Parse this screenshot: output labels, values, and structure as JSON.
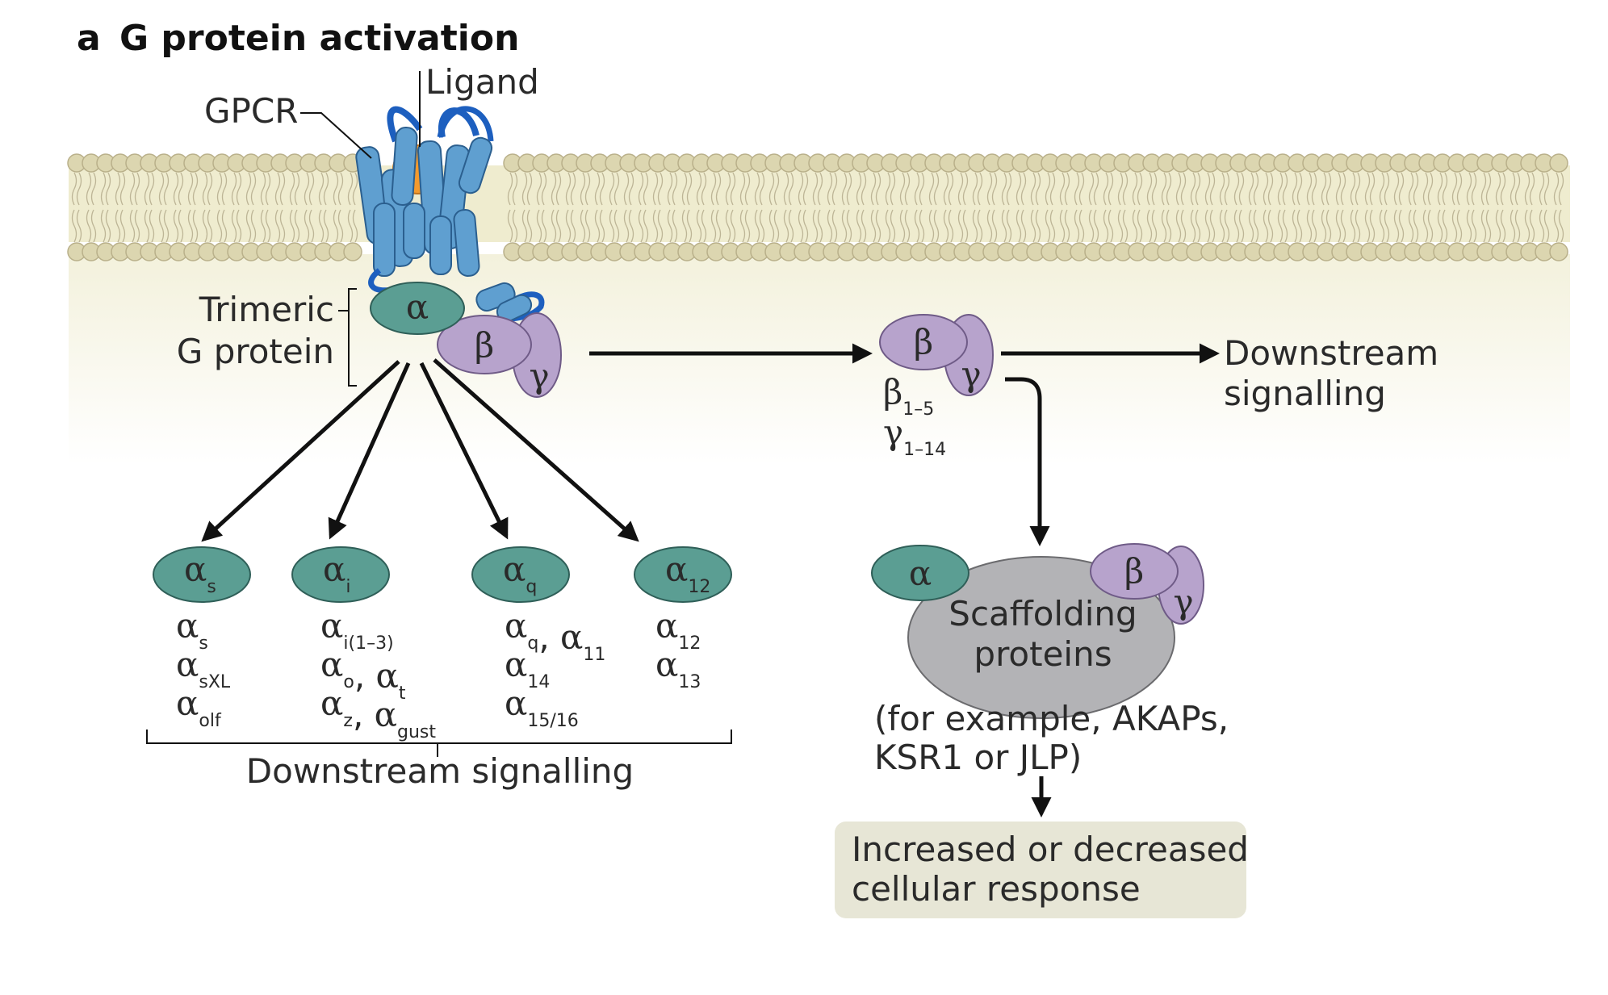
{
  "panel": {
    "letter": "a",
    "title": "G protein activation"
  },
  "labels": {
    "ligand": "Ligand",
    "gpcr": "GPCR",
    "trimeric_line1": "Trimeric",
    "trimeric_line2": "G protein",
    "downstream_right_line1": "Downstream",
    "downstream_right_line2": "signalling",
    "downstream_bottom": "Downstream signalling",
    "scaffold_line1": "Scaffolding",
    "scaffold_line2": "proteins",
    "examples_line1": "(for example, AKAPs,",
    "examples_line2": "KSR1 or JLP)",
    "response_line1": "Increased or decreased",
    "response_line2": "cellular response"
  },
  "greek": {
    "alpha": "α",
    "beta": "β",
    "gamma": "γ"
  },
  "beta_gamma_subtypes": {
    "beta_sub": "1–5",
    "gamma_sub": "1–14"
  },
  "families": [
    {
      "sub": "s",
      "members": [
        [
          [
            "α",
            "s"
          ]
        ],
        [
          [
            "α",
            "sXL"
          ]
        ],
        [
          [
            "α",
            "olf"
          ]
        ]
      ]
    },
    {
      "sub": "i",
      "members": [
        [
          [
            "α",
            "i(1–3)"
          ]
        ],
        [
          [
            "α",
            "o"
          ],
          [
            ", ",
            ""
          ],
          [
            "α",
            "t"
          ]
        ],
        [
          [
            "α",
            "z"
          ],
          [
            ", ",
            ""
          ],
          [
            "α",
            "gust"
          ]
        ]
      ]
    },
    {
      "sub": "q",
      "members": [
        [
          [
            "α",
            "q"
          ],
          [
            ", ",
            ""
          ],
          [
            "α",
            "11"
          ]
        ],
        [
          [
            "α",
            "14"
          ]
        ],
        [
          [
            "α",
            "15/16"
          ]
        ]
      ]
    },
    {
      "sub": "12",
      "members": [
        [
          [
            "α",
            "12"
          ]
        ],
        [
          [
            "α",
            "13"
          ]
        ]
      ]
    }
  ],
  "colors": {
    "membrane_head": "#dcd6b0",
    "membrane_head_stroke": "#b9b08a",
    "cytoplasm": "#f8f7e8",
    "receptor_blue": "#5f9fd0",
    "loop_blue": "#1d5fbf",
    "ligand_orange": "#f39a2e",
    "alpha_teal": "#5b9e93",
    "beta_purple": "#b7a3cc",
    "scaffold_gray": "#b3b3b6",
    "response_box": "#e7e6d6"
  }
}
